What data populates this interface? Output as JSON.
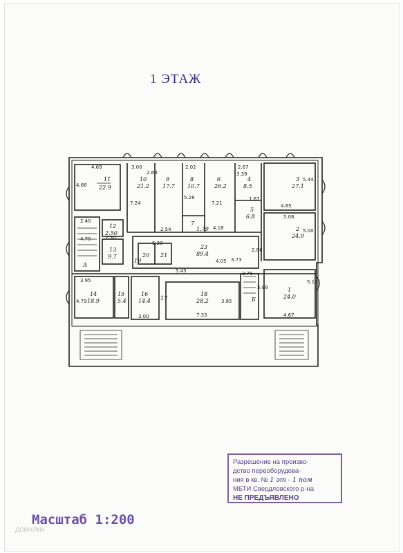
{
  "title": "1 ЭТАЖ",
  "scale": "Масштаб 1:200",
  "watermark": "домклик",
  "stamp": {
    "line1": "Разрешение на произво-",
    "line2": "дство переоборудова-",
    "line3_prefix": "ния в кв. №",
    "line3_handwritten": "1 эт - 1 пом",
    "line4": "МБТИ Свердловского р-на",
    "line5": "НЕ ПРЕДЪЯВЛЕНО"
  },
  "rooms": {
    "r11": {
      "num": "11",
      "area": "22.9"
    },
    "r10": {
      "num": "10",
      "area": "21.2"
    },
    "r9": {
      "num": "9",
      "area": "17.7"
    },
    "r8": {
      "num": "8",
      "area": "10.7"
    },
    "r6": {
      "num": "6",
      "area": "26.2"
    },
    "r4": {
      "num": "4",
      "area": "8.5"
    },
    "r3": {
      "num": "3",
      "area": "27.1"
    },
    "r5": {
      "num": "5",
      "area": "6.8"
    },
    "r2": {
      "num": "2",
      "area": "24.9"
    },
    "r12": {
      "num": "12",
      "area": "2.50"
    },
    "r13": {
      "num": "13",
      "area": "9.7"
    },
    "r7": {
      "num": "7",
      "area": "1.79"
    },
    "r23": {
      "num": "23",
      "area": "89.4"
    },
    "r21": {
      "num": "21",
      "area": ""
    },
    "r20": {
      "num": "20",
      "area": ""
    },
    "r19": {
      "num": "19",
      "area": ""
    },
    "r14": {
      "num": "14",
      "area": "18.9"
    },
    "r15": {
      "num": "15",
      "area": "5.4"
    },
    "r16": {
      "num": "16",
      "area": "14.4"
    },
    "r17": {
      "num": "17",
      "area": ""
    },
    "r18": {
      "num": "18",
      "area": "28.2"
    },
    "r1": {
      "num": "1",
      "area": "24.0"
    },
    "rA": {
      "num": "А",
      "area": ""
    },
    "rB": {
      "num": "Б",
      "area": ""
    }
  },
  "dims": {
    "d1": "4.69",
    "d2": "3.00",
    "d3": "2.02",
    "d4": "2.67",
    "d5": "4.66",
    "d6": "2.68",
    "d7": "7.24",
    "d8": "5.28",
    "d9": "7.21",
    "d10": "3.39",
    "d11": "5.44",
    "d12": "1.67",
    "d13": "4.85",
    "d14": "5.08",
    "d15": "5.00",
    "d16": "2.40",
    "d17": "2.50",
    "d18": "2.54",
    "d19": "4.18",
    "d20": "5.20",
    "d21": "2.86",
    "d22": "4.05",
    "d23": "3.73",
    "d24": "5.45",
    "d25": "2.70",
    "d26": "5.88",
    "d27": "5.15",
    "d28": "3.95",
    "d29": "4.79",
    "d30": "3.00",
    "d31": "7.33",
    "d32": "3.85",
    "d33": "4.67",
    "d34": "4.70"
  }
}
